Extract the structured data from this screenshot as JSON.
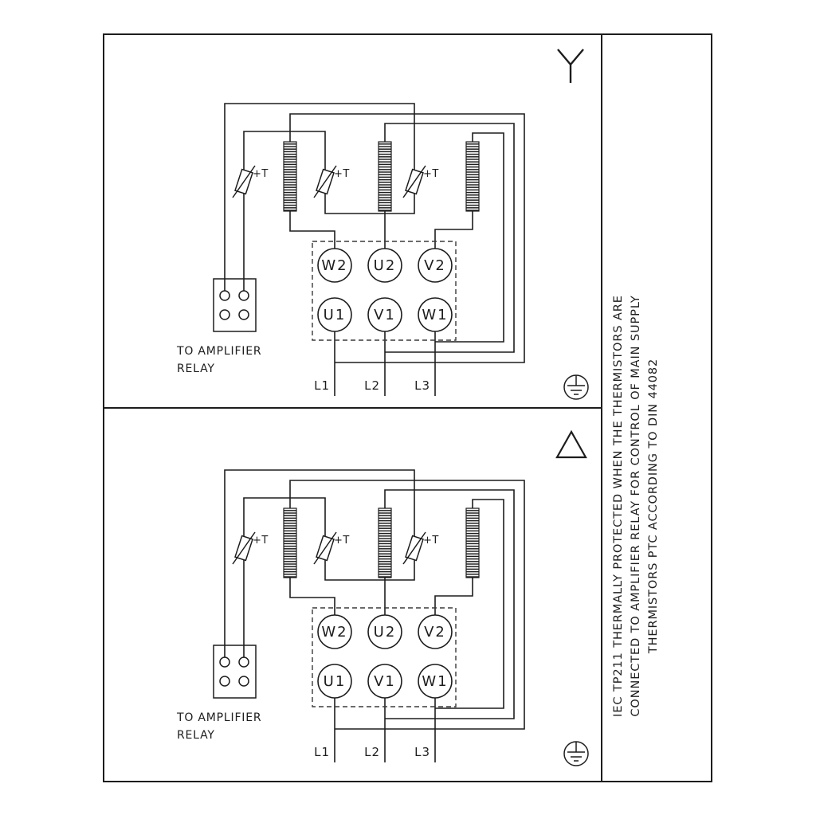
{
  "page": {
    "background": "#ffffff",
    "line_color": "#1d1d1d"
  },
  "panels": [
    {
      "id": "star-connection",
      "symbol_icon": "star-wye-icon"
    },
    {
      "id": "delta-connection",
      "symbol_icon": "delta-triangle-icon"
    }
  ],
  "terminal_board": {
    "top_row": [
      "W2",
      "U2",
      "V2"
    ],
    "bottom_row": [
      "U1",
      "V1",
      "W1"
    ]
  },
  "supply": {
    "l1": "L1",
    "l2": "L2",
    "l3": "L3"
  },
  "thermistor": {
    "label": "+T"
  },
  "relay": {
    "label_line1": "TO AMPLIFIER",
    "label_line2": "RELAY"
  },
  "side_note": {
    "line1": "IEC TP211 THERMALLY PROTECTED WHEN THE THERMISTORS ARE",
    "line2": "CONNECTED TO AMPLIFIER RELAY FOR CONTROL OF MAIN SUPPLY",
    "line3": "THERMISTORS PTC ACCORDING TO DIN 44082"
  },
  "icons": {
    "ground": "protective-earth-icon",
    "star": "star-wye-icon",
    "delta": "delta-triangle-icon",
    "winding": "motor-winding-coil",
    "thermistor": "ptc-thermistor-icon"
  }
}
